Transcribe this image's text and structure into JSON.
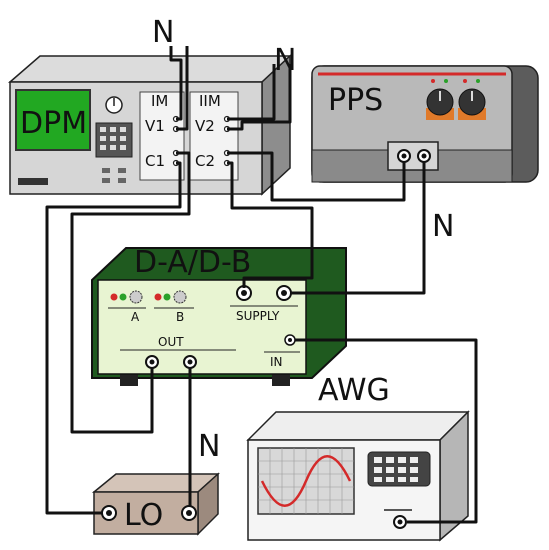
{
  "labels": {
    "n_marks": [
      "N",
      "N",
      "N",
      "N"
    ],
    "dpm": {
      "title": "DPM",
      "im": "IM",
      "v1": "V1",
      "c1": "C1",
      "iim": "IIM",
      "v2": "V2",
      "c2": "C2"
    },
    "pps": {
      "title": "PPS"
    },
    "dadb": {
      "title": "D-A/D-B",
      "a": "A",
      "b": "B",
      "supply": "SUPPLY",
      "out": "OUT",
      "in": "IN"
    },
    "awg": {
      "title": "AWG"
    },
    "lo": {
      "title": "LO"
    }
  },
  "colors": {
    "dpm_screen": "#22a822",
    "pps_panel": "#b9b9b9",
    "pps_stripe": "#d42a2a",
    "dadb_case": "#1f5a1f",
    "dadb_panel": "#e8f4d2",
    "awg_wave": "#d42a2a",
    "lo_box": "#c2aea0",
    "wire": "#111111"
  },
  "icons": [
    "knob-icon",
    "led-icon",
    "bnc-connector-icon",
    "keypad-icon",
    "sine-wave-icon"
  ]
}
